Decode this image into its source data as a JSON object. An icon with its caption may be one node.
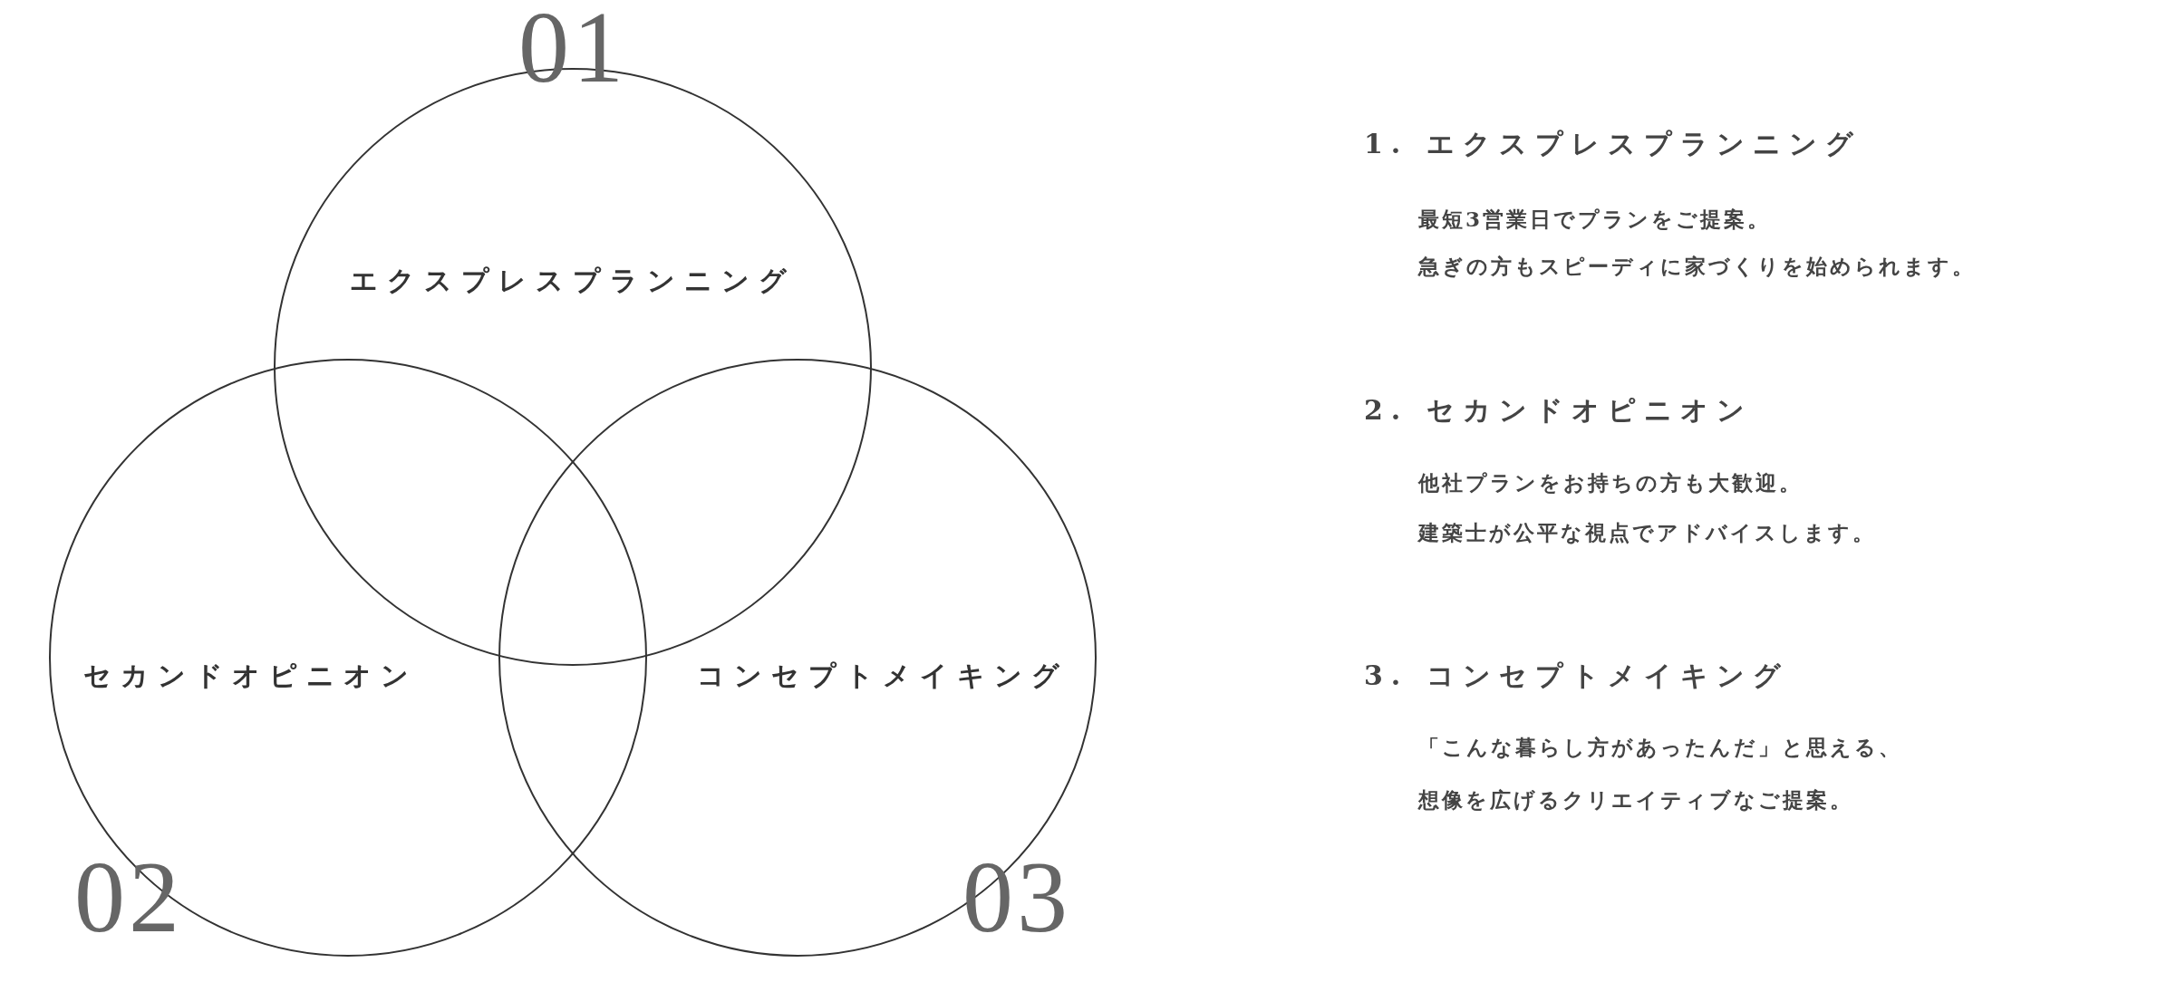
{
  "diagram": {
    "nodes": [
      {
        "text": [
          "エクスプレスプランニング"
        ],
        "beside": [
          "01"
        ]
      },
      {
        "text": [
          "セカンドオピニオン"
        ],
        "beside": [
          "02"
        ]
      },
      {
        "text": [
          "コンセプトメイキング"
        ],
        "beside": [
          "03"
        ]
      }
    ],
    "labels": [
      "1. エクスプレスプランニング",
      "最短3営業日でプランをご提案。",
      "急ぎの方もスピーディに家づくりを始められます。",
      "2. セカンドオピニオン",
      "他社プランをお持ちの方も大歓迎。",
      "建築士が公平な視点でアドバイスします。",
      "3. コンセプトメイキング",
      "「こんな暮らし方があったんだ」と思える、",
      "想像を広げるクリエイティブなご提案。"
    ]
  }
}
